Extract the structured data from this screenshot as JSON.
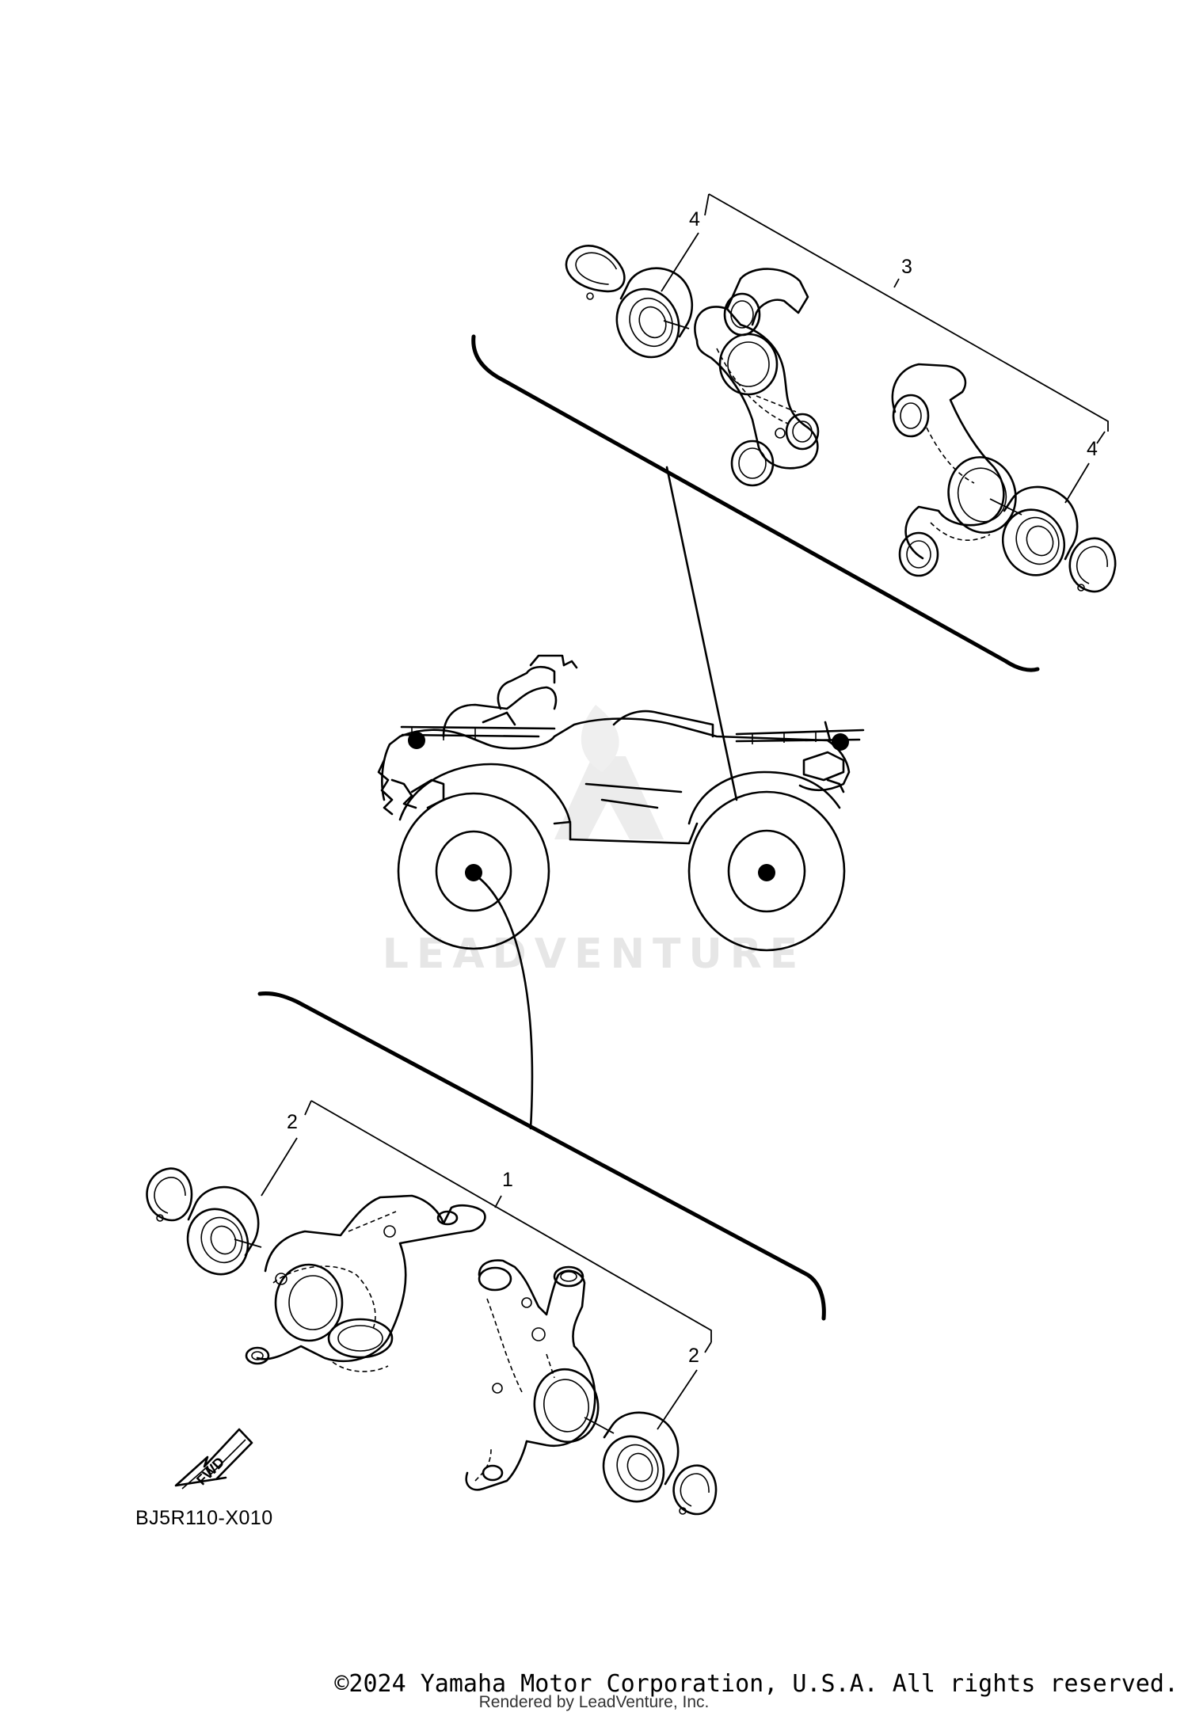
{
  "callouts": {
    "c1": "1",
    "c2a": "2",
    "c2b": "2",
    "c3": "3",
    "c4a": "4",
    "c4b": "4"
  },
  "watermark": "LEADVENTURE",
  "fwd_label": "FWD",
  "diagram_code": "BJ5R110-X010",
  "copyright": "©2024 Yamaha Motor Corporation, U.S.A. All rights reserved.",
  "rendered_by": "Rendered by LeadVenture, Inc."
}
